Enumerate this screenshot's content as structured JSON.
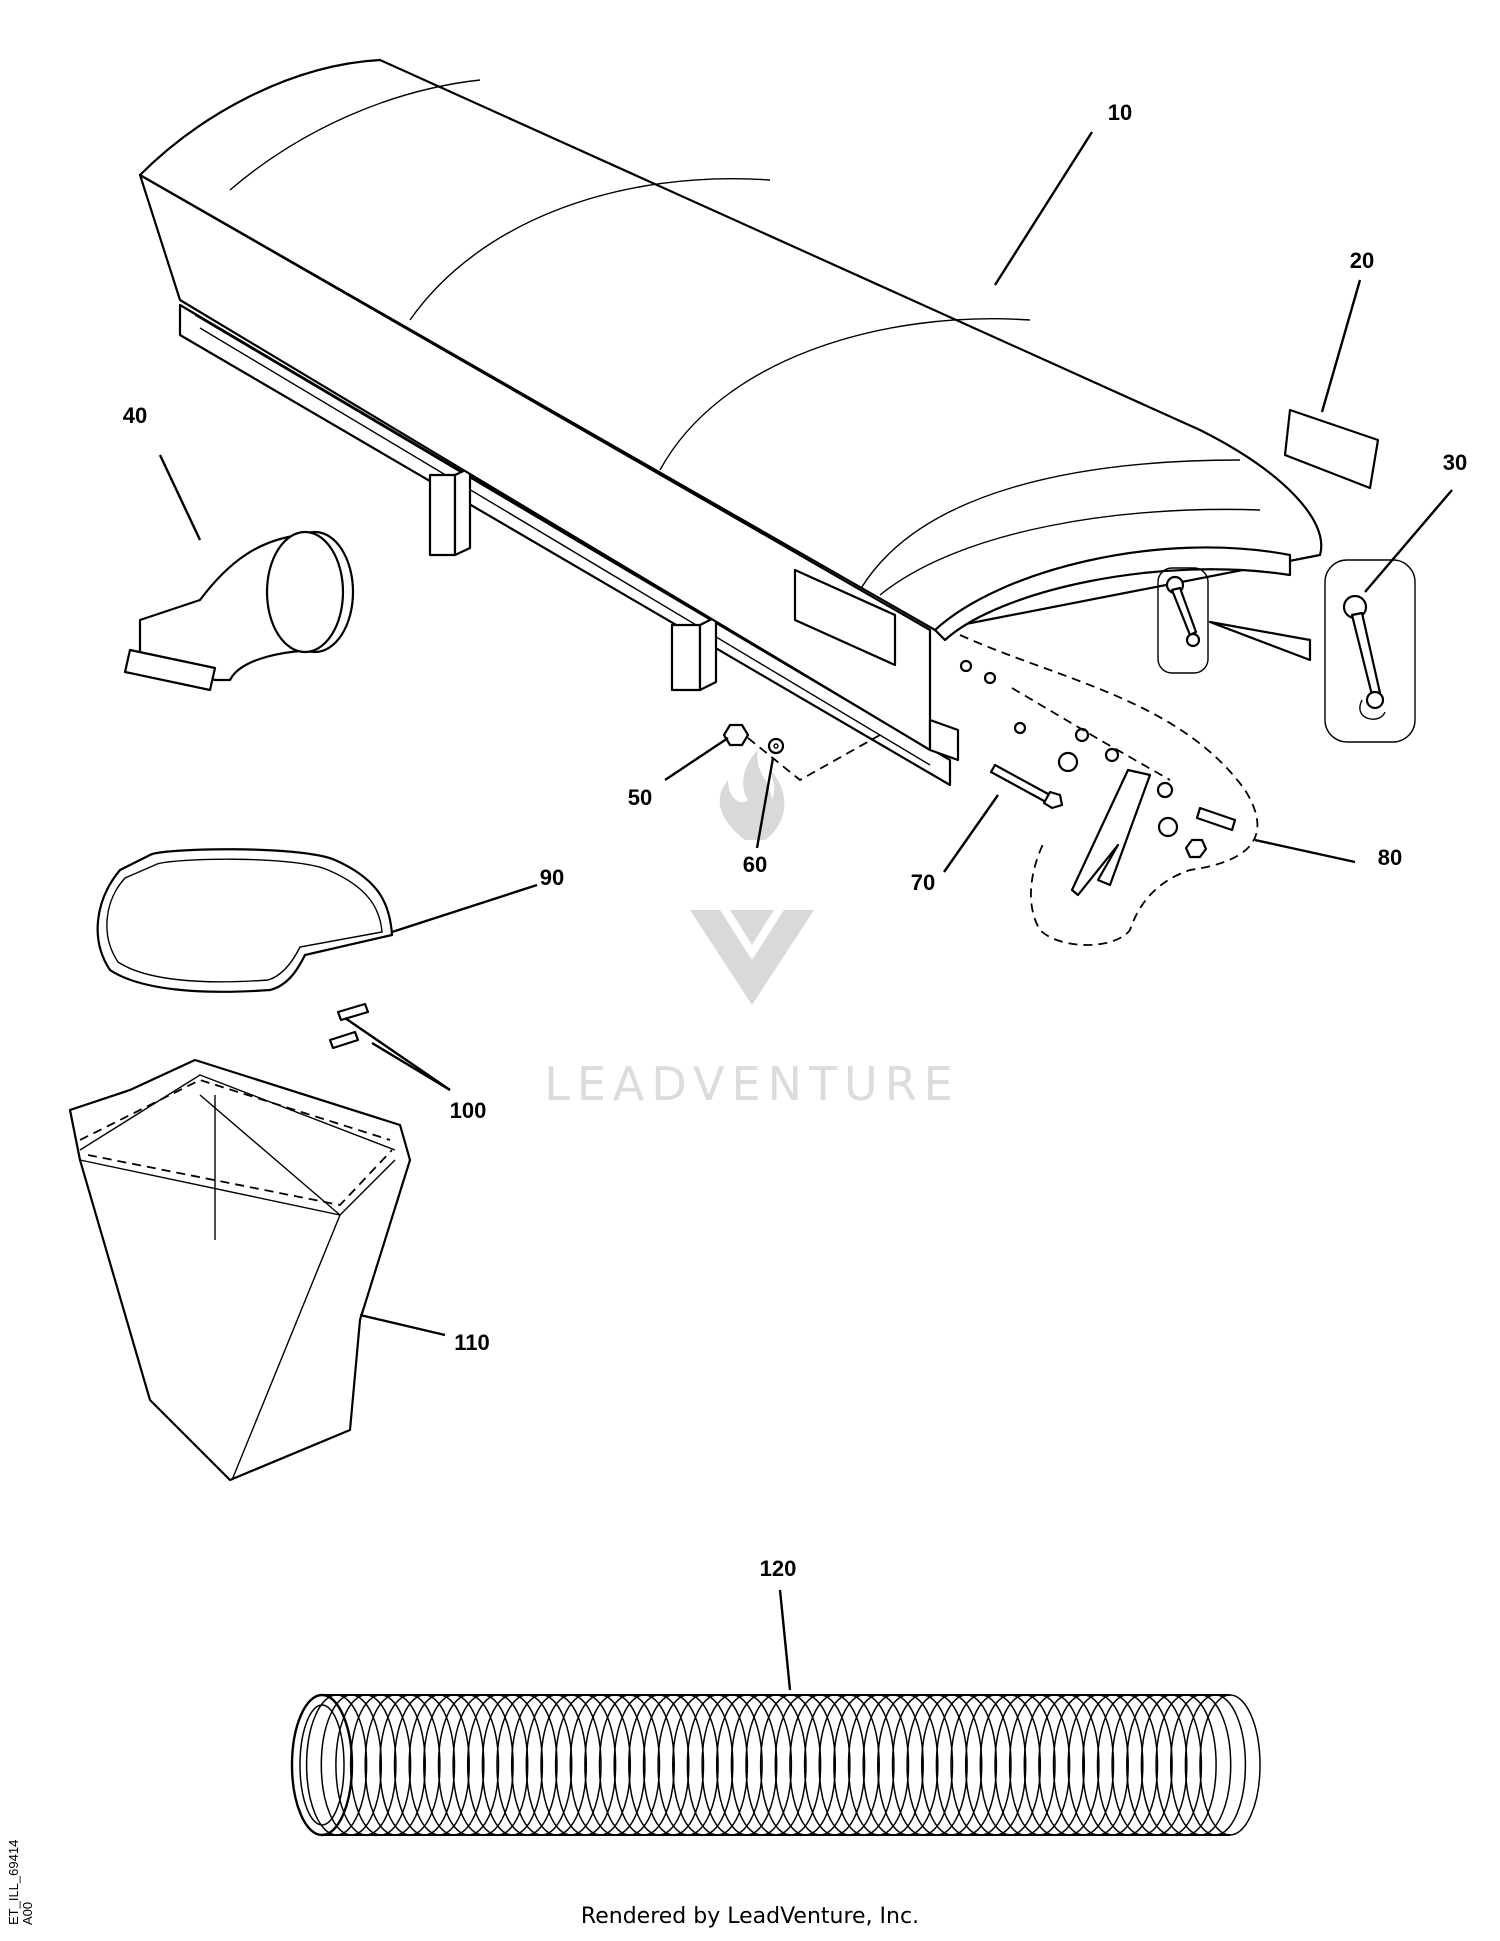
{
  "diagram": {
    "callouts": [
      "10",
      "20",
      "30",
      "40",
      "50",
      "60",
      "70",
      "80",
      "90",
      "100",
      "110",
      "120"
    ],
    "watermark": "LEADVENTURE",
    "reference_code": "ET_ILL_69414",
    "reference_sub": "A00"
  },
  "footer": {
    "text": "Rendered by LeadVenture, Inc."
  }
}
